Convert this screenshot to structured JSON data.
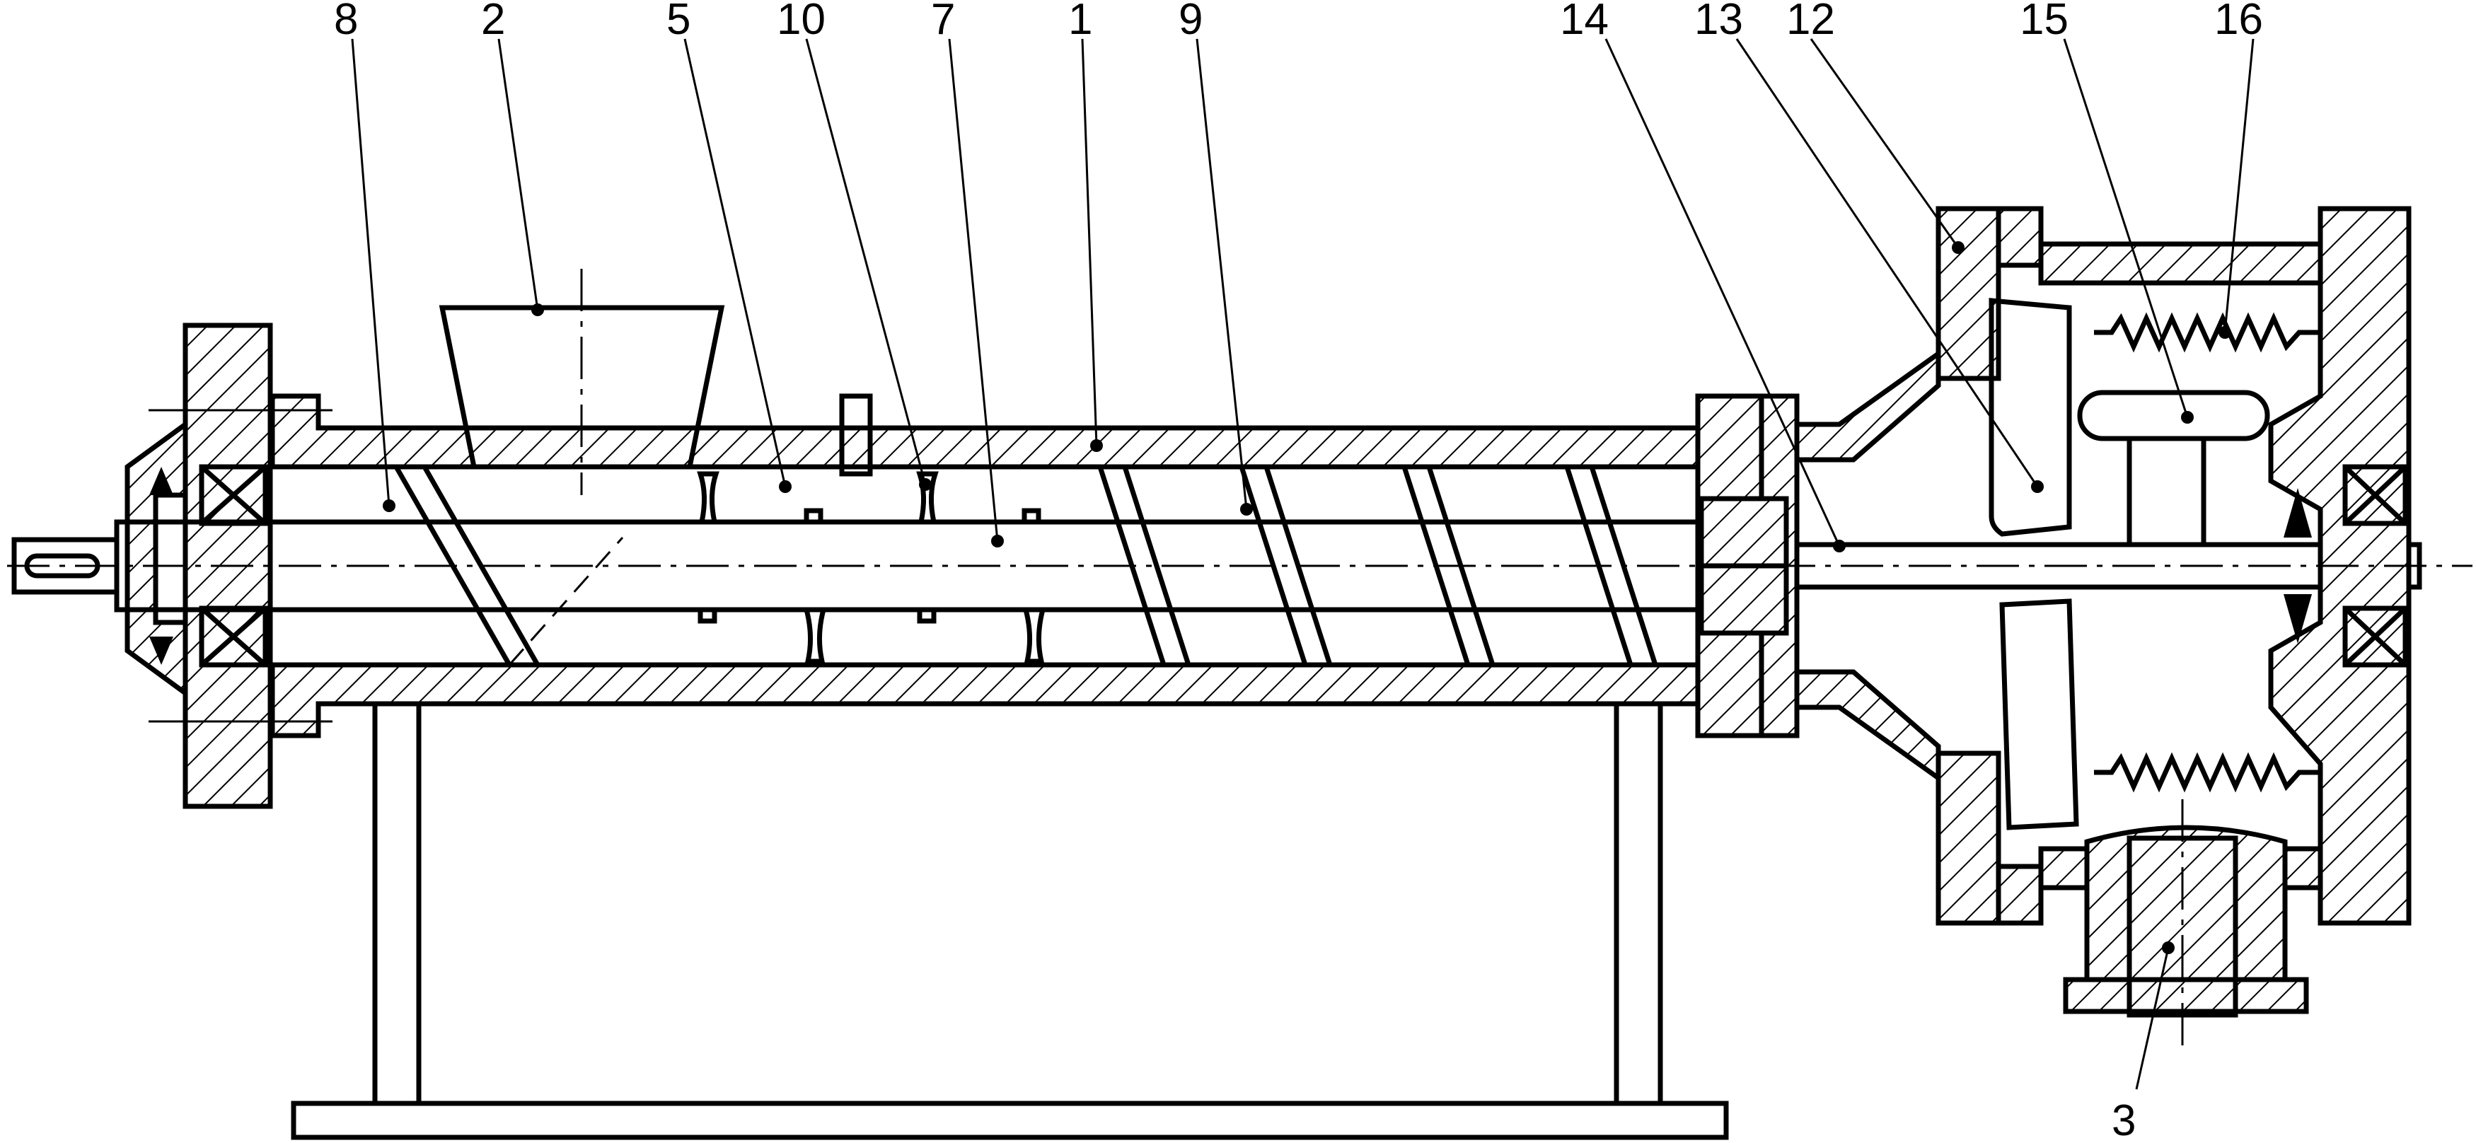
{
  "diagram": {
    "callouts": [
      {
        "id": "c8",
        "text": "8"
      },
      {
        "id": "c2",
        "text": "2"
      },
      {
        "id": "c5",
        "text": "5"
      },
      {
        "id": "c10",
        "text": "10"
      },
      {
        "id": "c7",
        "text": "7"
      },
      {
        "id": "c1",
        "text": "1"
      },
      {
        "id": "c9",
        "text": "9"
      },
      {
        "id": "c14",
        "text": "14"
      },
      {
        "id": "c13",
        "text": "13"
      },
      {
        "id": "c12",
        "text": "12"
      },
      {
        "id": "c15",
        "text": "15"
      },
      {
        "id": "c16",
        "text": "16"
      },
      {
        "id": "c3",
        "text": "3"
      }
    ],
    "colors": {
      "line": "#000000",
      "background": "#ffffff"
    }
  }
}
